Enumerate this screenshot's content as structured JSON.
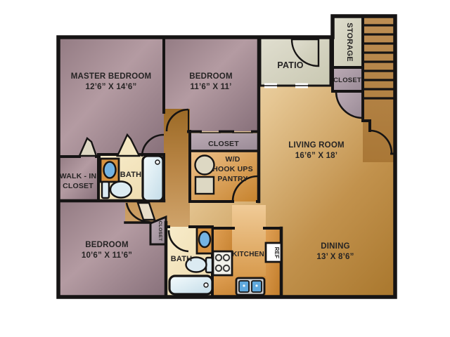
{
  "plan": {
    "type": "apartment-floorplan",
    "rooms": {
      "master_bedroom": {
        "name": "MASTER BEDROOM",
        "dims": "12’6” X 14’6”"
      },
      "bedroom2": {
        "name": "BEDROOM",
        "dims": "11’6” X 11’"
      },
      "patio": {
        "name": "PATIO"
      },
      "storage": {
        "name": "STORAGE"
      },
      "entry_closet": {
        "name": "CLOSET"
      },
      "living_room": {
        "name": "LIVING ROOM",
        "dims": "16’6” X 18’"
      },
      "walk_in_closet": {
        "line1": "WALK - IN",
        "line2": "CLOSET"
      },
      "master_bath": {
        "name": "BATH"
      },
      "bedroom2_closet": {
        "name": "CLOSET"
      },
      "laundry": {
        "line1": "W/D",
        "line2": "HOOK UPS",
        "line3": "PANTRY"
      },
      "bedroom3": {
        "name": "BEDROOM",
        "dims": "10’6” X 11’6”"
      },
      "bedroom3_closet": {
        "name": "CLOSET"
      },
      "bath2": {
        "name": "BATH"
      },
      "kitchen": {
        "name": "KITCHEN"
      },
      "refrigerator": {
        "name": "REF"
      },
      "dining": {
        "name": "DINING",
        "dims": "13’ X 8’6”"
      }
    },
    "colors": {
      "wall": "#161414",
      "bedroom_mauve": "#a28890",
      "closet_mauve": "#b2a1ac",
      "patio_sage": "#d9d7c5",
      "hall_brown": "#b5834a",
      "living_tan_light": "#f6e8c8",
      "living_tan_dark": "#a9772d",
      "bath_cream": "#f5e7c4",
      "counter_orange": "#d3913f",
      "fixture_blue": "#74b3e3",
      "appliance_white": "#f2f1ea"
    }
  }
}
